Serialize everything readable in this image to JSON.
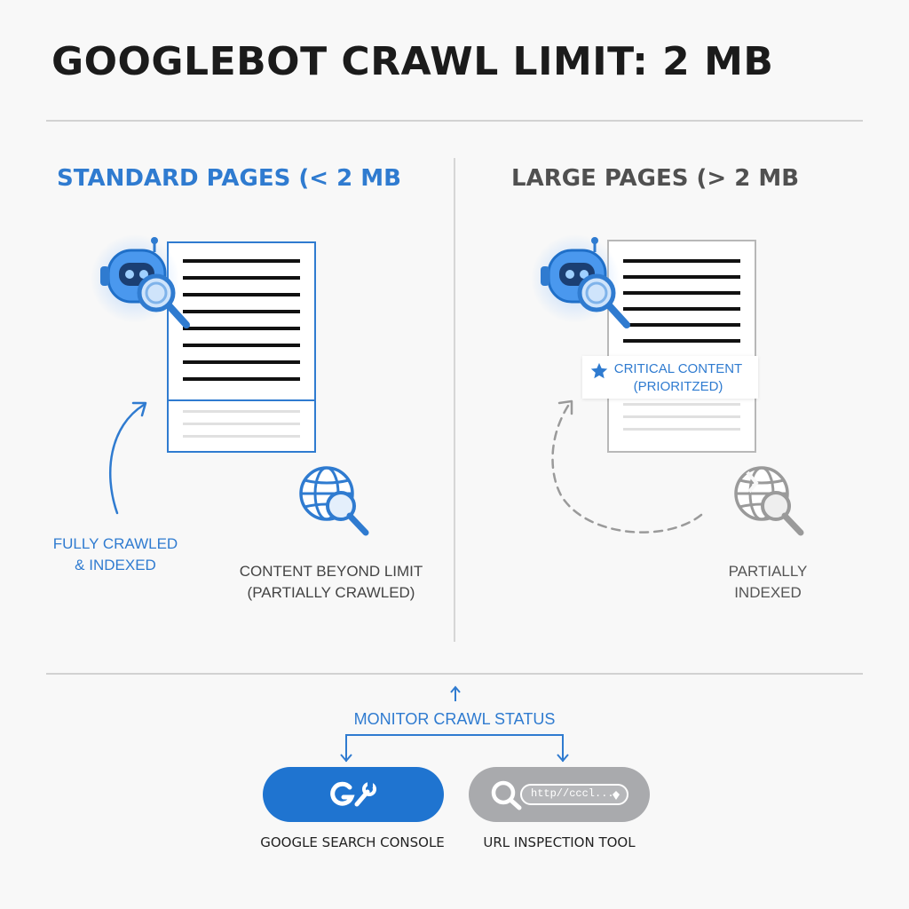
{
  "title": "GOOGLEBOT CRAWL LIMIT: 2 MB",
  "left": {
    "heading": "STANDARD PAGES (< 2 MB",
    "fully_label_1": "FULLY CRAWLED",
    "fully_label_2": "& INDEXED",
    "beyond_label_1": "CONTENT BEYOND LIMIT",
    "beyond_label_2": "(PARTIALLY CRAWLED)"
  },
  "right": {
    "heading": "LARGE PAGES (> 2 MB",
    "badge_line_1": "CRITICAL CONTENT",
    "badge_line_2": "(PRIORITZED)",
    "partial_label_1": "PARTIALLY",
    "partial_label_2": "INDEXED"
  },
  "bottom": {
    "monitor_label": "MONITOR CRAWL STATUS",
    "console_label": "GOOGLE SEARCH CONSOLE",
    "inspection_label": "URL INSPECTION TOOL",
    "url_text": "http//cccl..."
  },
  "colors": {
    "accent": "#2f7bd0",
    "console_button": "#1f74d0",
    "inspection_button": "#a9aaad"
  },
  "icons": [
    "robot-icon",
    "magnifier-icon",
    "globe-search-icon",
    "star-icon",
    "google-console-icon",
    "search-icon",
    "link-icon"
  ]
}
